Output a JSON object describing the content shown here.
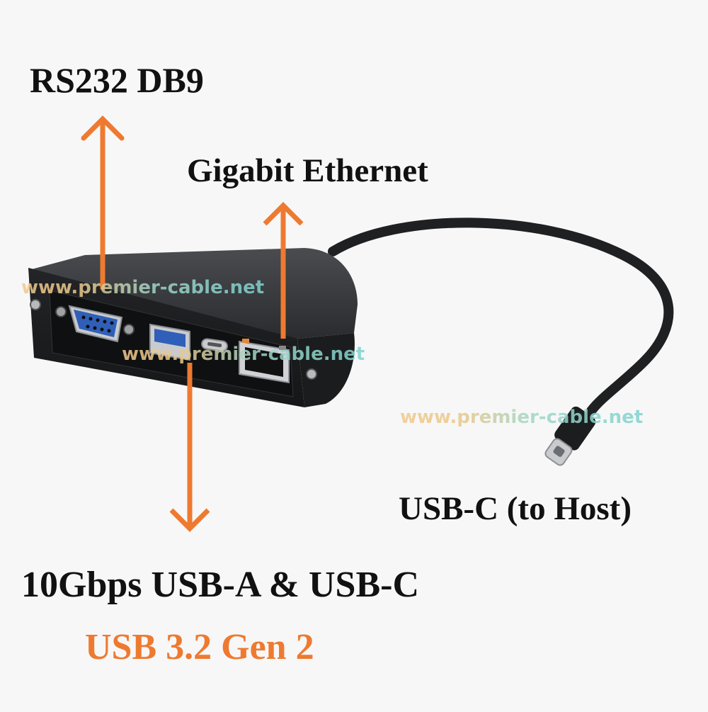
{
  "labels": {
    "rs232": "RS232 DB9",
    "ethernet": "Gigabit Ethernet",
    "usbc_host": "USB-C (to Host)",
    "usb_speed": "10Gbps USB-A & USB-C",
    "usb_gen": "USB 3.2 Gen 2"
  },
  "watermark": "www.premier-cable.net",
  "colors": {
    "arrow": "#ee7a30",
    "usb_gen_text": "#ee7a30",
    "port_blue": "#2f5fb8",
    "housing": "#2b2d30"
  }
}
